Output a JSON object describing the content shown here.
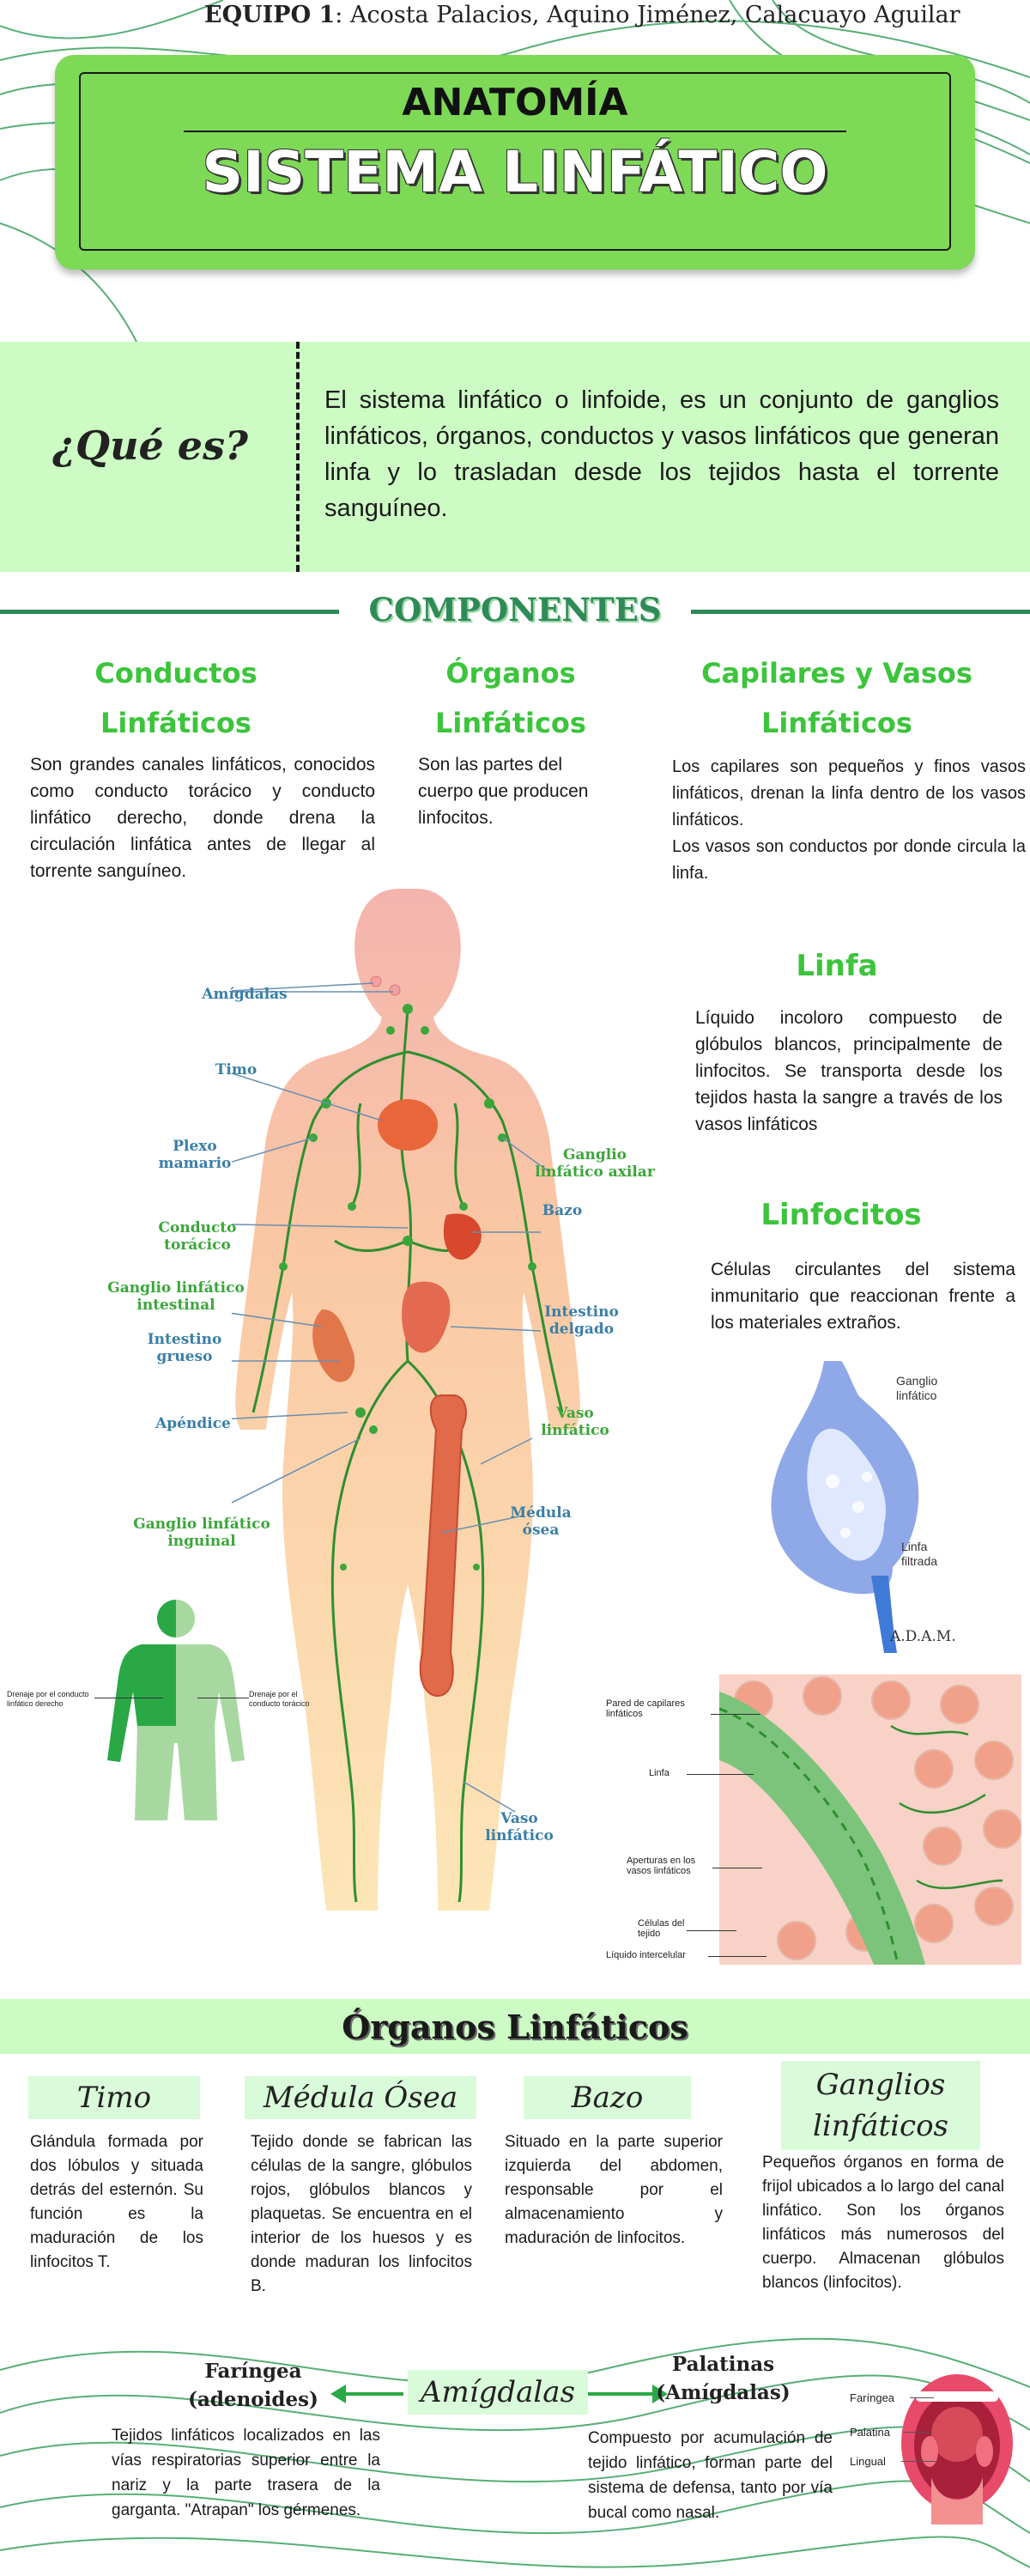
{
  "header": {
    "team_bold": "EQUIPO 1",
    "team_rest": ": Acosta Palacios, Aquino Jiménez, Calacuayo Aguilar",
    "kicker": "ANATOMÍA",
    "title": "SISTEMA LINFÁTICO"
  },
  "intro": {
    "question": "¿Qué es?",
    "text": "El sistema linfático o linfoide, es un conjunto de ganglios linfáticos, órganos, conductos y vasos linfáticos que generan linfa y lo trasladan desde los tejidos hasta el torrente sanguíneo."
  },
  "components": {
    "heading": "COMPONENTES",
    "conductos": {
      "title_1": "Conductos",
      "title_2": "Linfáticos",
      "text": "Son grandes canales linfáticos, conocidos como conducto torácico y conducto linfático derecho, donde drena la circulación linfática antes de llegar al torrente sanguíneo."
    },
    "organos": {
      "title_1": "Órganos",
      "title_2": "Linfáticos",
      "text": "Son las partes del cuerpo que producen linfocitos."
    },
    "capilares": {
      "title_1": "Capilares y Vasos",
      "title_2": "Linfáticos",
      "text_1": "Los capilares son pequeños y finos vasos linfáticos, drenan la linfa dentro de los vasos linfáticos.",
      "text_2": "Los vasos son conductos por donde circula la linfa."
    },
    "linfa": {
      "title": "Linfa",
      "text": "Líquido incoloro compuesto de glóbulos blancos, principalmente de linfocitos. Se transporta desde los tejidos hasta la sangre a través de los vasos linfáticos"
    },
    "linfocitos": {
      "title": "Linfocitos",
      "text": "Células circulantes del sistema inmunitario que reaccionan frente a los materiales extraños."
    }
  },
  "body_diagram": {
    "labels": {
      "amigdalas": "Amígdalas",
      "timo": "Timo",
      "plexo": "Plexo mamario",
      "ganglio_axilar": "Ganglio linfático axilar",
      "bazo": "Bazo",
      "conducto_toracico": "Conducto torácico",
      "ganglio_intestinal": "Ganglio linfático intestinal",
      "intestino_grueso": "Intestino grueso",
      "intestino_delgado": "Intestino delgado",
      "apendice": "Apéndice",
      "vaso_1": "Vaso linfático",
      "ganglio_inguinal": "Ganglio linfático inguinal",
      "medula": "Médula ósea",
      "vaso_2": "Vaso linfático"
    }
  },
  "drainage": {
    "right": "Drenaje por el conducto linfático derecho",
    "left": "Drenaje por el conducto torácico"
  },
  "node_img": {
    "ganglio": "Ganglio linfático",
    "filtrada": "Linfa filtrada",
    "brand": "A.D.A.M."
  },
  "capillary_img": {
    "pared": "Pared de capilares linfáticos",
    "linfa": "Linfa",
    "aperturas": "Aperturas en los vasos linfáticos",
    "celulas": "Células del tejido",
    "liquido": "Líquido intercelular"
  },
  "organs": {
    "heading": "Órganos Linfáticos",
    "timo": {
      "title": "Timo",
      "text": "Glándula formada por dos lóbulos y situada detrás del esternón. Su función es la maduración de los linfocitos T."
    },
    "medula": {
      "title": "Médula Ósea",
      "text": "Tejido donde se fabrican las células de la sangre, glóbulos rojos, glóbulos blancos y plaquetas. Se encuentra en el interior de los huesos y es donde maduran los linfocitos B."
    },
    "bazo": {
      "title": "Bazo",
      "text": "Situado en la parte superior izquierda del abdomen, responsable por el almacenamiento y maduración de linfocitos."
    },
    "ganglios": {
      "title_1": "Ganglios",
      "title_2": "linfáticos",
      "text": "Pequeños órganos en forma de frijol ubicados a lo largo del canal linfático. Son los órganos linfáticos más numerosos del cuerpo. Almacenan glóbulos blancos (linfocitos)."
    }
  },
  "tonsils": {
    "center": "Amígdalas",
    "faringea_1": "Faríngea",
    "faringea_2": "(adenoides)",
    "faringea_text": "Tejidos linfáticos localizados en las vías respiratorias superior entre la nariz y la parte trasera de la garganta. \"Atrapan\" los gérmenes.",
    "palatinas_1": "Palatinas",
    "palatinas_2": "(Amígdalas)",
    "palatinas_text": "Compuesto por acumulación de tejido linfático, forman parte del sistema de defensa, tanto por vía bucal como nasal.",
    "mouth_labels": {
      "faringea": "Faríngea",
      "palatina": "Palatina",
      "lingual": "Lingual"
    }
  },
  "colors": {
    "accent": "#7ed957",
    "dark_green": "#2e8b57",
    "mint": "#ccfbc4",
    "heading_green": "#3cc43c"
  }
}
